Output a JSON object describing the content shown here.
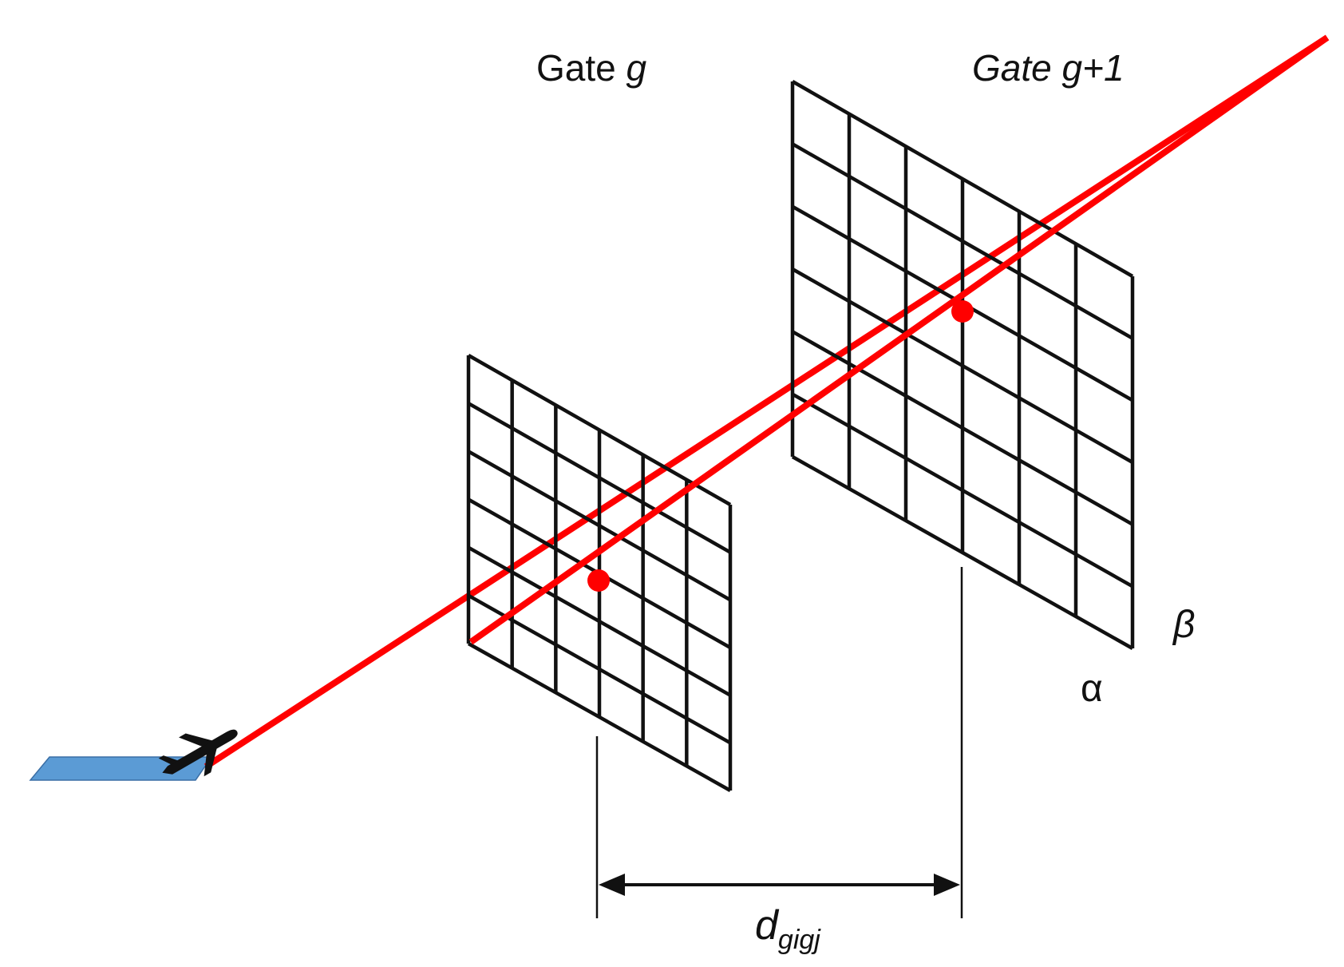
{
  "labels": {
    "gate_1_prefix": "Gate ",
    "gate_1_var": "g",
    "gate_2": "Gate g+1",
    "beta": "β",
    "alpha": "α",
    "distance_main": "d",
    "distance_sub": "gigj"
  },
  "colors": {
    "trajectory": "#ff0000",
    "runway": "#5b9bd5",
    "grid": "#111111"
  },
  "icons": {
    "aircraft": "airplane-icon",
    "runway": "runway-shape"
  }
}
